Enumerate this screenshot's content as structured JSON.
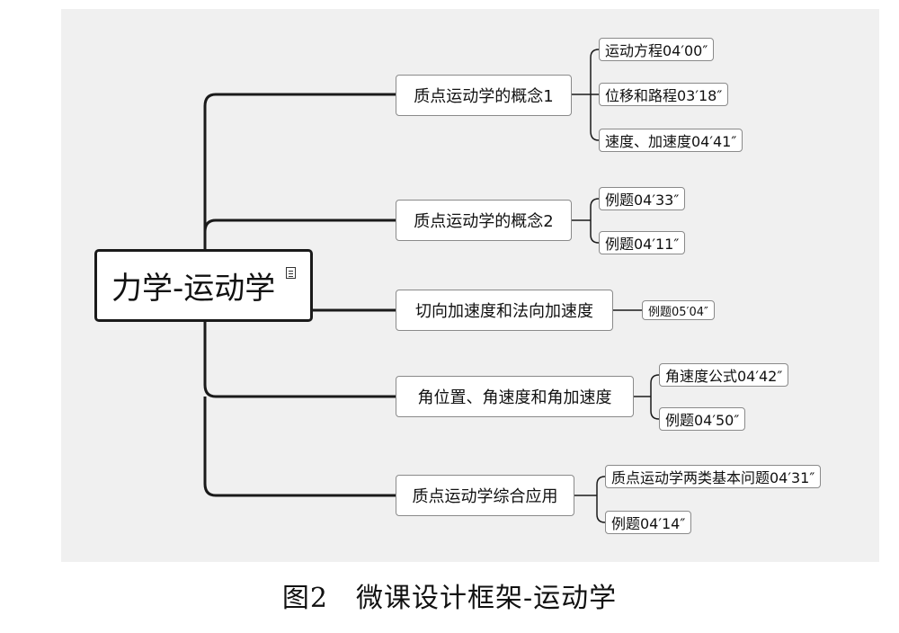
{
  "diagram": {
    "root": {
      "label": "力学-运动学",
      "icon": "note-icon"
    },
    "branches": [
      {
        "label": "质点运动学的概念1",
        "children": [
          "运动方程04′00″",
          "位移和路程03′18″",
          "速度、加速度04′41″"
        ]
      },
      {
        "label": "质点运动学的概念2",
        "children": [
          "例题04′33″",
          "例题04′11″"
        ]
      },
      {
        "label": "切向加速度和法向加速度",
        "children": [
          "例题05′04″"
        ]
      },
      {
        "label": "角位置、角速度和角加速度",
        "children": [
          "角速度公式04′42″",
          "例题04′50″"
        ]
      },
      {
        "label": "质点运动学综合应用",
        "children": [
          "质点运动学两类基本问题04′31″",
          "例题04′14″"
        ]
      }
    ],
    "colors": {
      "canvas": "#f0f0f0",
      "line": "#1a1a1a",
      "node_border": "#8a8a8a"
    }
  },
  "caption": "图2　微课设计框架-运动学"
}
